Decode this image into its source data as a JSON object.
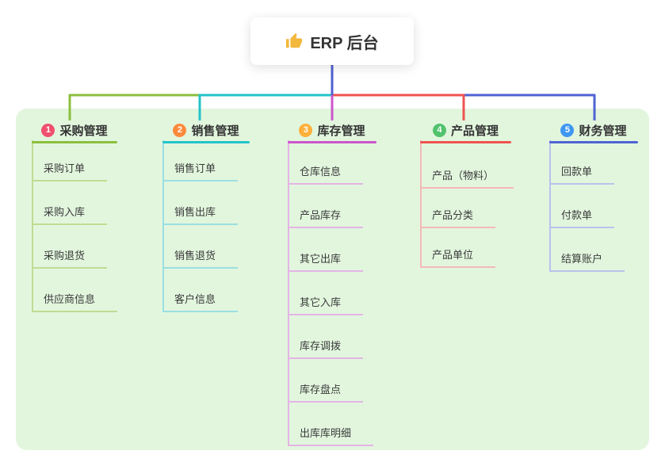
{
  "root": {
    "label": "ERP 后台",
    "icon": "thumbs-up-icon"
  },
  "colors": {
    "panel_background": "#e2f6de",
    "root_connector": "#5160d0",
    "branch_lines": [
      "#8cbf3f",
      "#23c3c9",
      "#cb56cb",
      "#ef5350",
      "#4f63d2"
    ],
    "child_lines": [
      "#bfdc92",
      "#9bdfe2",
      "#e5b4e5",
      "#f5b8b8",
      "#b9c2ec"
    ],
    "badges": [
      "#f0506e",
      "#ff8a3c",
      "#ffb03a",
      "#52c26d",
      "#3e97f2"
    ],
    "thumb_icon": "#f2b73c"
  },
  "branches": [
    {
      "num": "1",
      "label": "采购管理",
      "children": [
        "采购订单",
        "采购入库",
        "采购退货",
        "供应商信息"
      ]
    },
    {
      "num": "2",
      "label": "销售管理",
      "children": [
        "销售订单",
        "销售出库",
        "销售退货",
        "客户信息"
      ]
    },
    {
      "num": "3",
      "label": "库存管理",
      "children": [
        "仓库信息",
        "产品库存",
        "其它出库",
        "其它入库",
        "库存调拨",
        "库存盘点",
        "出库库明细"
      ]
    },
    {
      "num": "4",
      "label": "产品管理",
      "children": [
        "产品（物料）",
        "产品分类",
        "产品单位"
      ]
    },
    {
      "num": "5",
      "label": "财务管理",
      "children": [
        "回款单",
        "付款单",
        "结算账户"
      ]
    }
  ]
}
